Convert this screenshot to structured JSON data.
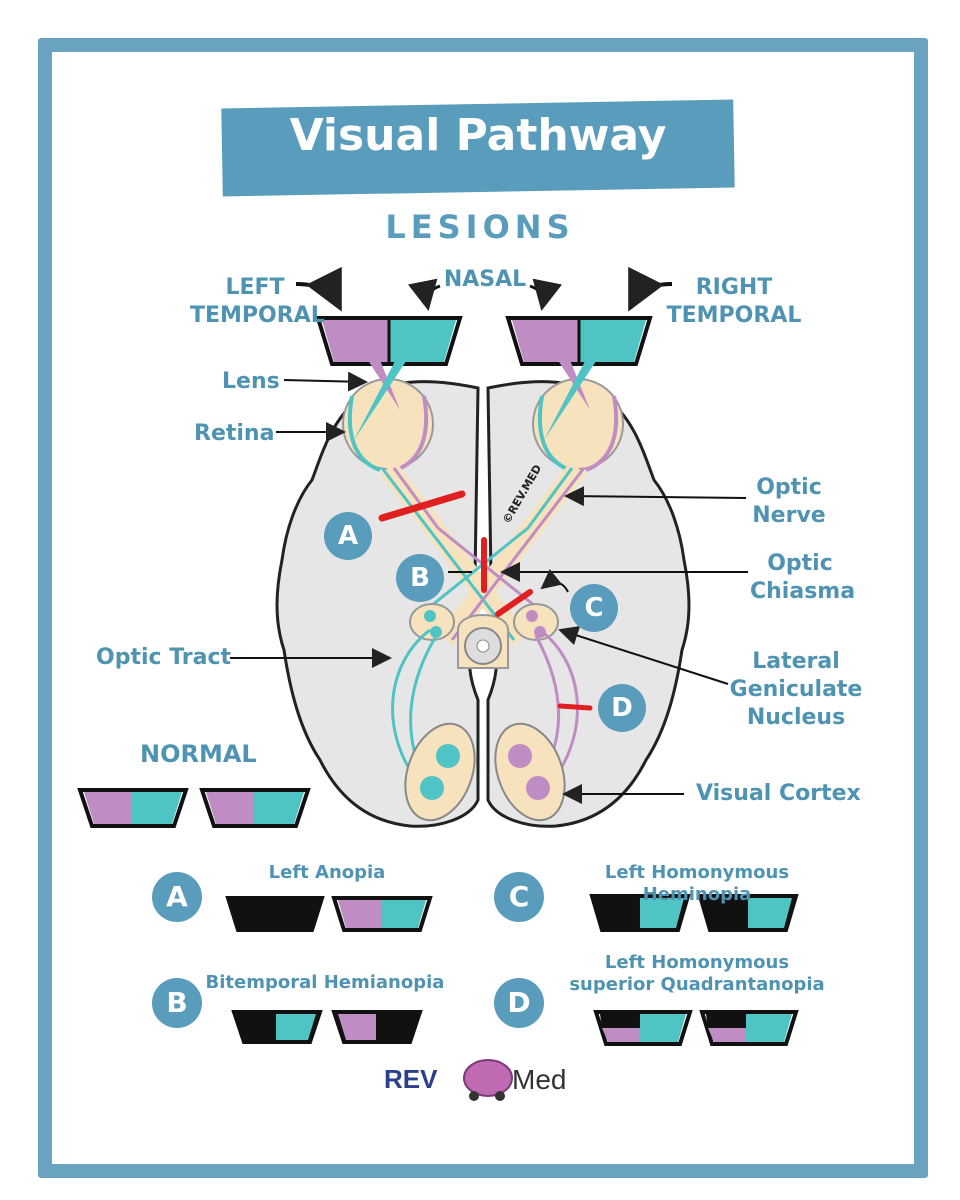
{
  "header": {
    "title": "Visual Pathway",
    "subtitle": "LESIONS"
  },
  "labels": {
    "left_temporal": "LEFT\nTEMPORAL",
    "nasal": "NASAL",
    "right_temporal": "RIGHT\nTEMPORAL",
    "lens": "Lens",
    "retina": "Retina",
    "optic_nerve": "Optic\nNerve",
    "optic_chiasma": "Optic\nChiasma",
    "optic_tract": "Optic Tract",
    "lgn": "Lateral\nGeniculate\nNucleus",
    "visual_cortex": "Visual Cortex",
    "watermark": "©REV.MED"
  },
  "markers": {
    "a": "A",
    "b": "B",
    "c": "C",
    "d": "D"
  },
  "normal": {
    "label": "NORMAL"
  },
  "lesions": [
    {
      "letter": "A",
      "name": "Left Anopia"
    },
    {
      "letter": "B",
      "name": "Bitemporal Hemianopia"
    },
    {
      "letter": "C",
      "name": "Left Homonymous Heminopia"
    },
    {
      "letter": "D",
      "name": "Left Homonymous\nsuperior Quadrantanopia"
    }
  ],
  "logo": {
    "left": "REV",
    "right": "Med"
  },
  "colors": {
    "frame": "#6aa3bf",
    "accent": "#5a9cbc",
    "temporal_field": "#c08cc4",
    "nasal_field": "#4fc4c4",
    "lesion": "#e02020",
    "eye": "#f6e2bd",
    "brain": "#e6e6e6"
  }
}
